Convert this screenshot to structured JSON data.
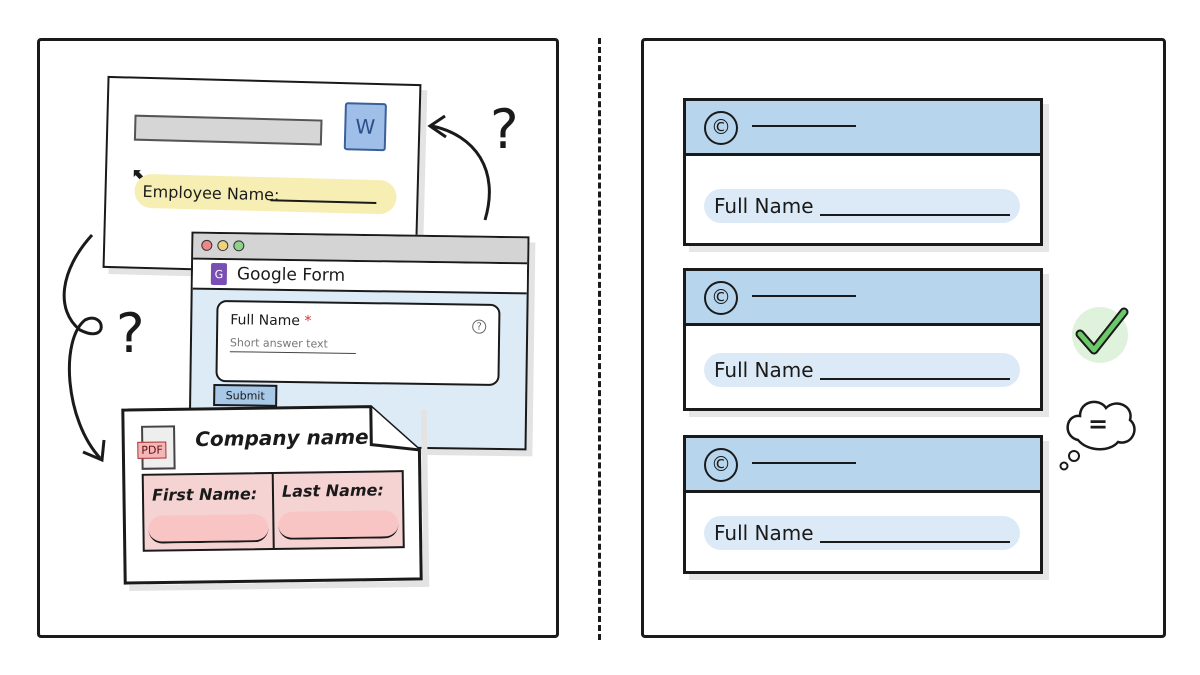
{
  "left": {
    "word_doc": {
      "icon": "word-doc-icon",
      "icon_letter": "W",
      "field_label": "Employee Name:"
    },
    "google_form": {
      "title": "Google Form",
      "icon_letter": "G",
      "field_label": "Full Name",
      "required_mark": "*",
      "placeholder": "Short answer text",
      "submit_label": "Submit"
    },
    "pdf_form": {
      "icon_text": "PDF",
      "title": "Company name",
      "columns": [
        "First Name:",
        "Last Name:"
      ]
    },
    "question_marks": [
      "?",
      "?"
    ]
  },
  "right": {
    "cards": [
      {
        "logo": "©",
        "field_label": "Full Name"
      },
      {
        "logo": "©",
        "field_label": "Full Name"
      },
      {
        "logo": "©",
        "field_label": "Full Name"
      }
    ],
    "check_icon": "check-icon",
    "thought_icon": "equals-thought-bubble-icon",
    "thought_symbol": "="
  },
  "colors": {
    "highlight_yellow": "#f7eeb4",
    "form_blue": "#ddebf7",
    "header_blue": "#b7d6ee",
    "pdf_pink": "#f6d3d3",
    "check_green": "#6cc96a",
    "form_purple": "#7a4fb5"
  }
}
